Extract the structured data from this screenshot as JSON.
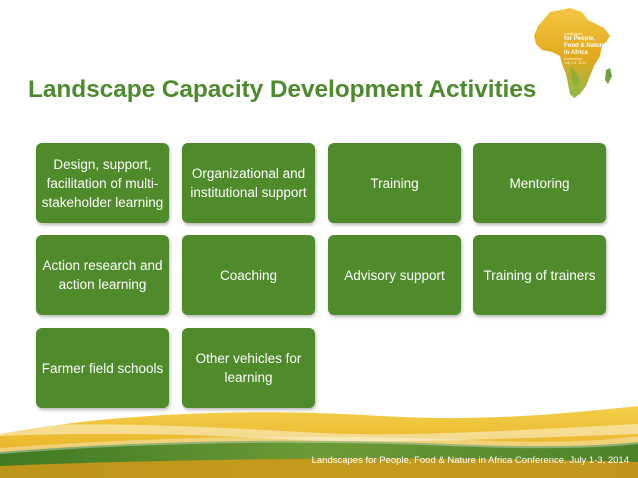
{
  "slide": {
    "title": "Landscape Capacity Development Activities",
    "logo": {
      "icon": "africa-map-logo",
      "lines": [
        "Landscapes",
        "for People,",
        "Food & Nature",
        "in Africa",
        "Conference",
        "July 1-3, 2014"
      ]
    },
    "tiles": [
      "Design, support, facilitation of multi-stakeholder learning",
      "Organizational and institutional support",
      "Training",
      "Mentoring",
      "Action research and action learning",
      "Coaching",
      "Advisory support",
      "Training of trainers",
      "Farmer field schools",
      "Other vehicles for learning"
    ],
    "footer": "Landscapes for People, Food & Nature in Africa Conference. July 1-3, 2014"
  },
  "colors": {
    "title": "#4e8a2e",
    "tile": "#4f8a2b",
    "band_gold": "#e8b418",
    "band_green": "#5c8a2f"
  }
}
